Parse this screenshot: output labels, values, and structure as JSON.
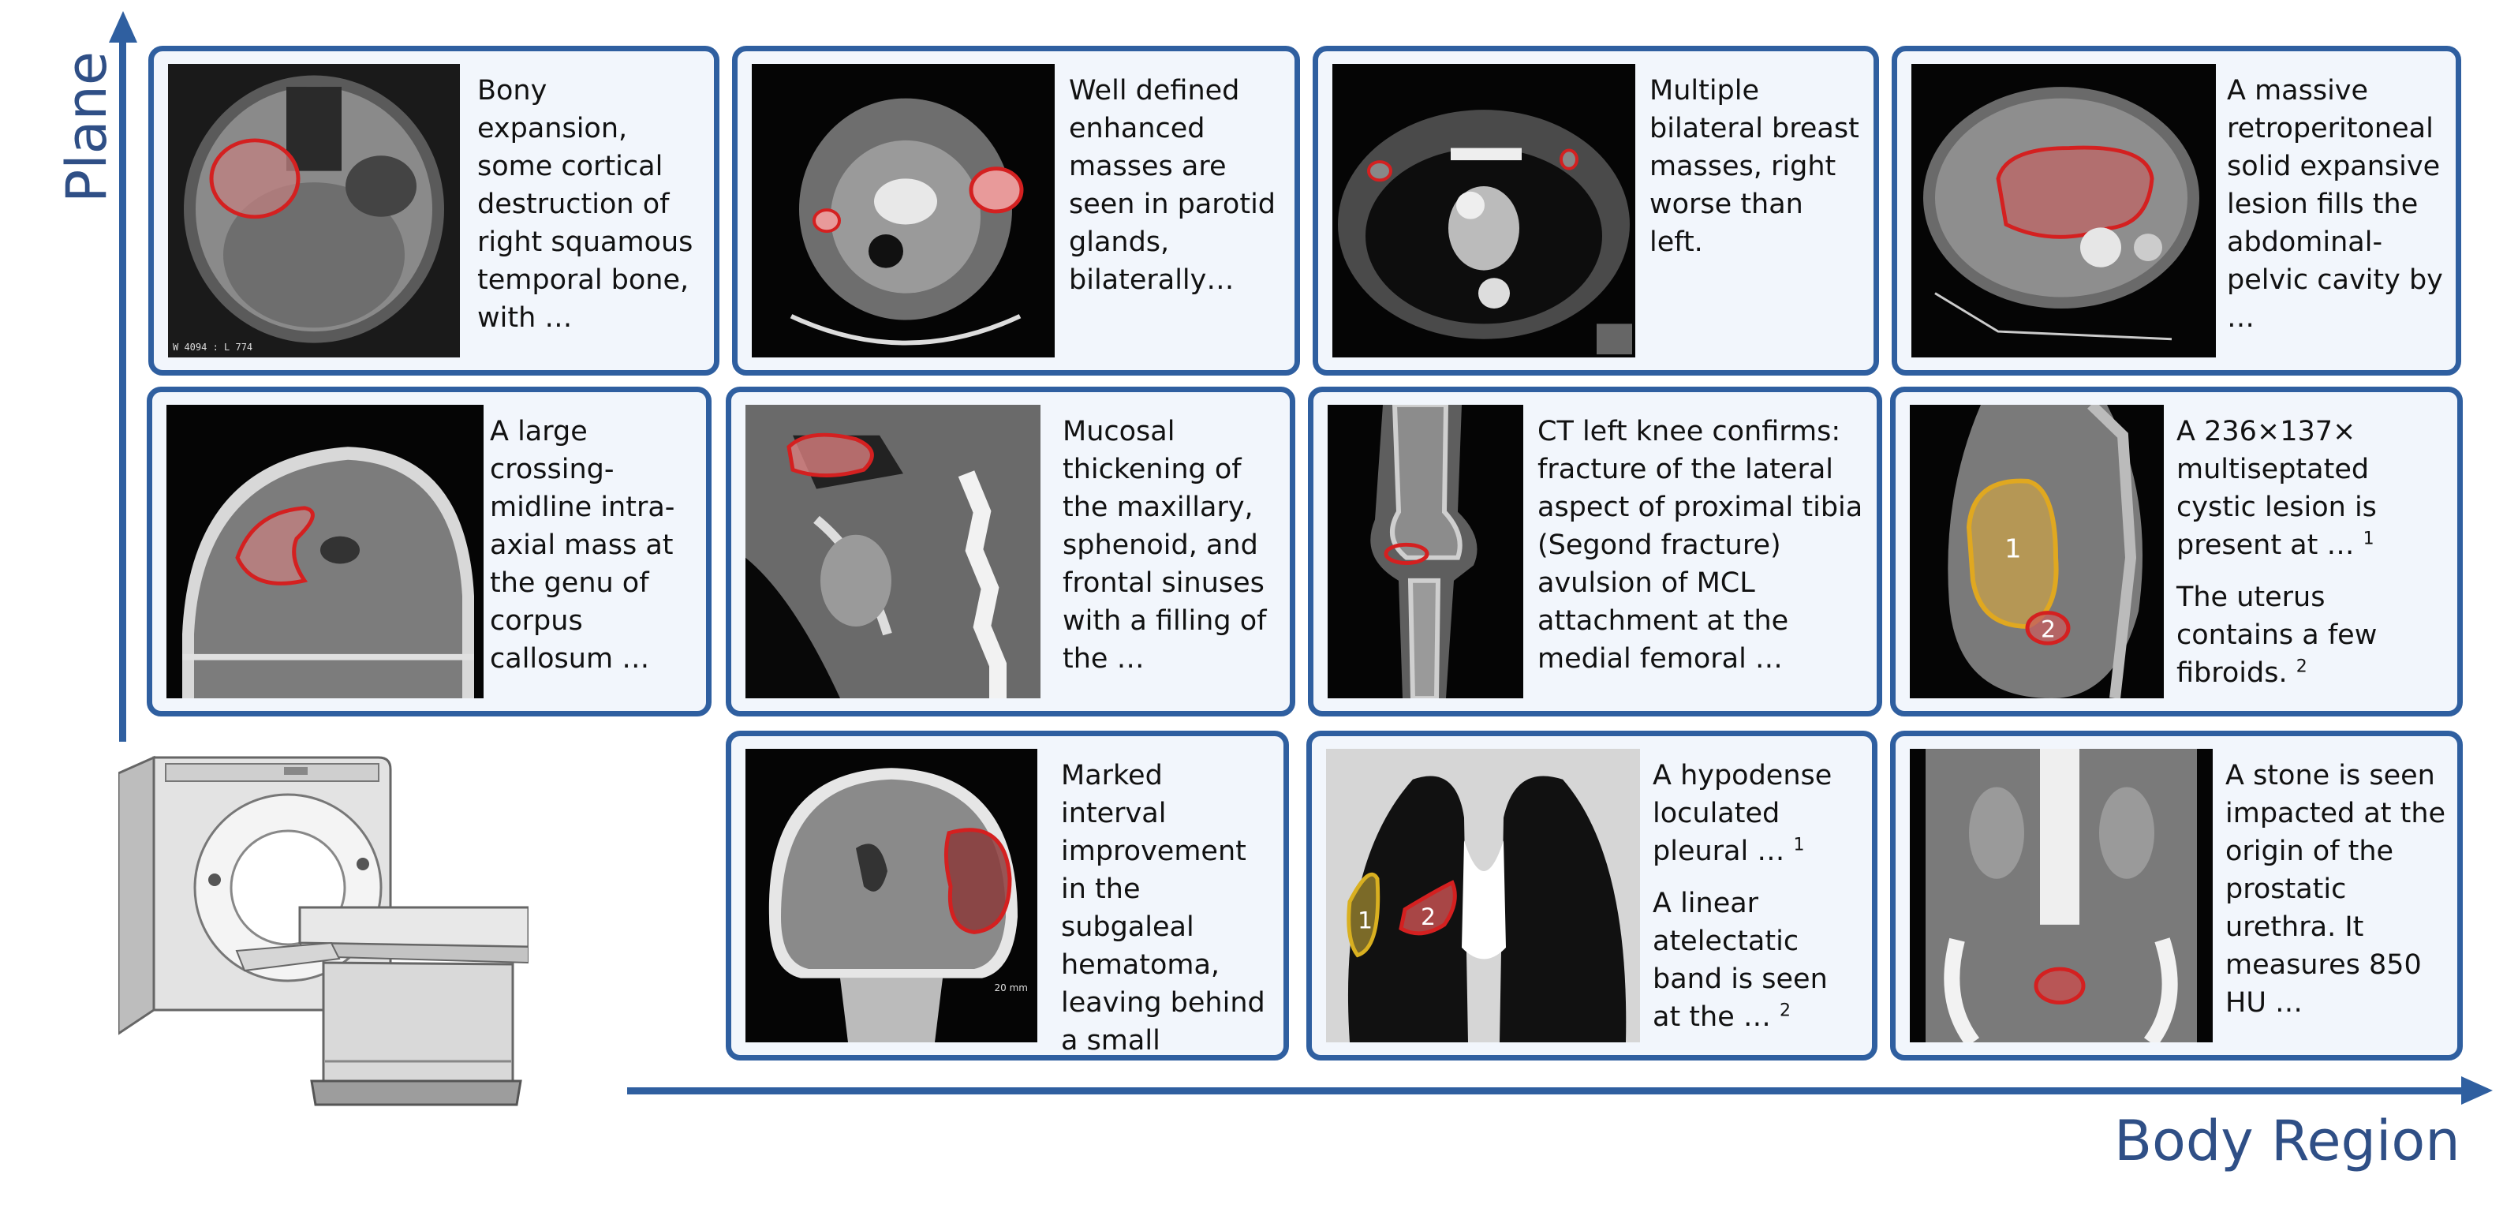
{
  "axes": {
    "y_title": "Plane",
    "x_title": "Body Region",
    "color": "#2f5fa0"
  },
  "colors": {
    "card_border": "#2f5fa0",
    "card_fill": "#f2f6fc",
    "lesion_red": "#d42020",
    "lesion_yellow": "#d9a520"
  },
  "cards": {
    "c11": {
      "text": "Bony expansion, some cortical destruction of right squamous temporal bone, with  …",
      "overlay": "W 4094 : L 774"
    },
    "c12": {
      "text": "Well defined enhanced masses are seen in parotid glands, bilaterally…"
    },
    "c13": {
      "text": "Multiple bilateral breast masses, right worse than left."
    },
    "c14": {
      "text": "A massive retroperitoneal solid expansive lesion fills the abdominal-pelvic cavity by …"
    },
    "c21": {
      "text": "A large crossing-midline intra-axial mass at the genu of corpus callosum …"
    },
    "c22": {
      "text": "Mucosal thickening of the maxillary, sphenoid, and frontal sinuses with a filling of the …"
    },
    "c23": {
      "text": "CT left knee confirms: fracture of the lateral aspect of proximal tibia (Segond fracture) avulsion of MCL attachment at the medial femoral …"
    },
    "c24": {
      "text1": "A 236×137× multiseptated cystic lesion is present at …",
      "sup1": "1",
      "text2": "The uterus contains a few fibroids.",
      "sup2": "2",
      "label1": "1",
      "label2": "2"
    },
    "c32": {
      "text": "Marked interval improvement in the subgaleal hematoma, leaving behind a small residue.",
      "overlay": "20 mm"
    },
    "c33": {
      "text1": "A hypodense loculated pleural …",
      "sup1": "1",
      "text2": "A linear atelectatic band is seen at the …",
      "sup2": "2",
      "label1": "1",
      "label2": "2"
    },
    "c34": {
      "text": "A stone is seen impacted at the origin of the prostatic urethra. It measures 850 HU …"
    }
  },
  "icons": {
    "scanner": "ct-scanner-icon",
    "y_arrow": "arrow-up-icon",
    "x_arrow": "arrow-right-icon"
  }
}
